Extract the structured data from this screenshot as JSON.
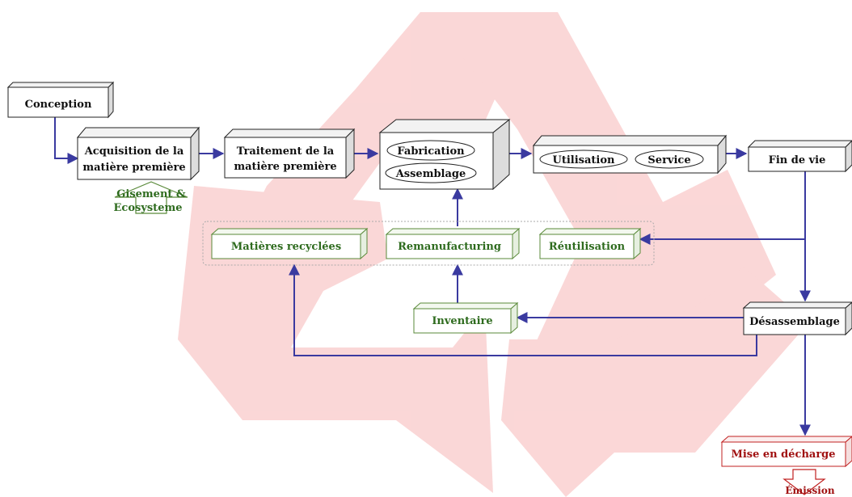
{
  "colors": {
    "arrow": "#3a3aa0",
    "box_border": "#222222",
    "recycled_text": "#2e6b1e",
    "recycled_border": "#5a8a3a",
    "disposal_text": "#a01010",
    "disposal_border": "#c02020",
    "background_symbol": "#f7b7b7"
  },
  "background": {
    "icon": "recycle-symbol"
  },
  "nodes": {
    "conception": "Conception",
    "acquisition": [
      "Acquisition de la",
      "matière première"
    ],
    "traitement": [
      "Traitement de la",
      "matière première"
    ],
    "fabrication": "Fabrication",
    "assemblage": "Assemblage",
    "utilisation": "Utilisation",
    "service": "Service",
    "fin_de_vie": "Fin de vie",
    "gisement": [
      "Gisement &",
      "Ecosysteme"
    ],
    "matieres_recyclees": "Matières recyclées",
    "remanufacturing": "Remanufacturing",
    "reutilisation": "Réutilisation",
    "inventaire": "Inventaire",
    "desassemblage": "Désassemblage",
    "mise_en_decharge": "Mise en décharge",
    "emission": "Émission"
  }
}
